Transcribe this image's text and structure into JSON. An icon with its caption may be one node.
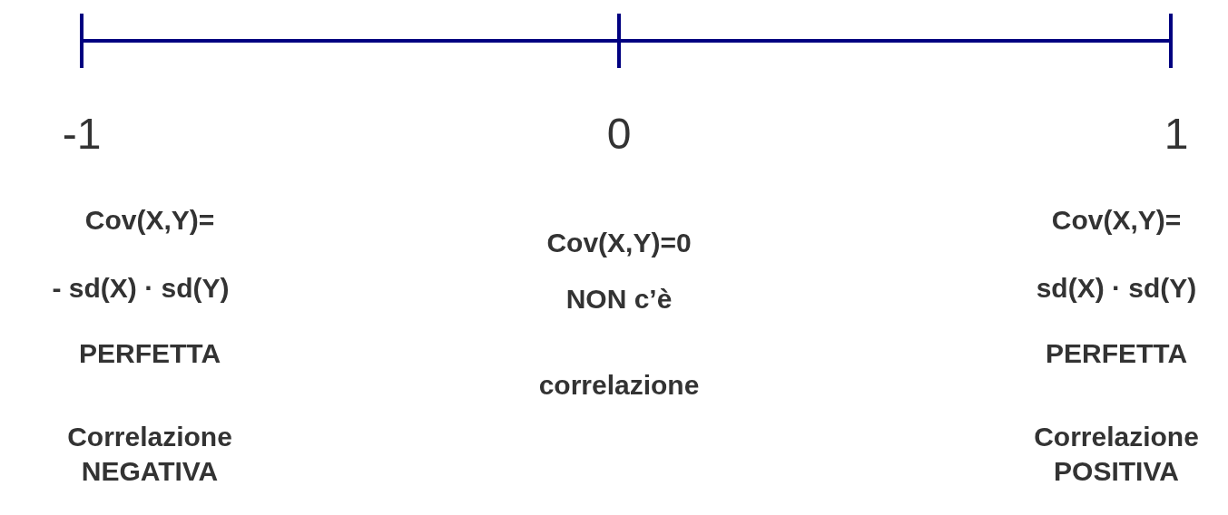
{
  "diagram": {
    "labels": [
      "-1",
      "0",
      "1",
      "Cov(X,Y)=",
      "- sd(X) · sd(Y)",
      "PERFETTA",
      "Correlazione NEGATIVA",
      "Cov(X,Y)=0",
      "NON c’è",
      "correlazione",
      "Cov(X,Y)=",
      "sd(X) · sd(Y)",
      "PERFETTA",
      "Correlazione POSITIVA"
    ]
  }
}
